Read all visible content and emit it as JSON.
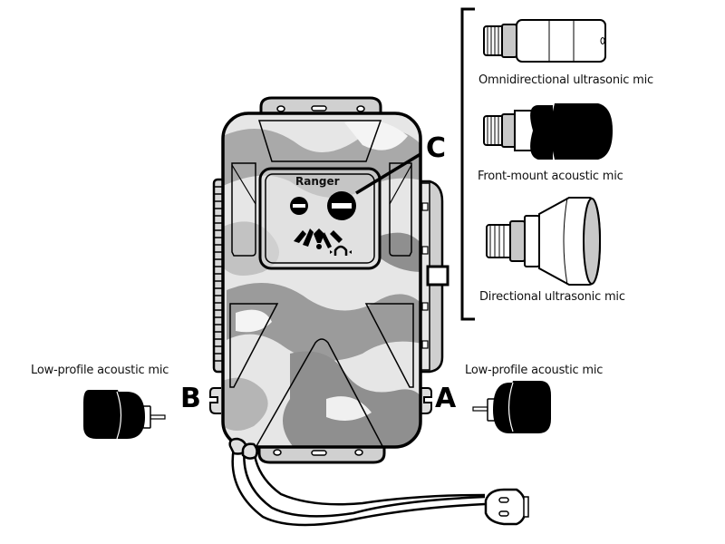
{
  "device": {
    "brand_label": "Ranger",
    "camo_colors": [
      "#e8e8e8",
      "#c4c4c4",
      "#a6a6a6",
      "#8f8f8f"
    ]
  },
  "callouts": {
    "port_a": "A",
    "port_b": "B",
    "port_c": "C"
  },
  "accessories": [
    {
      "id": "omni",
      "label": "Omnidirectional ultrasonic mic",
      "group": "port-c"
    },
    {
      "id": "front",
      "label": "Front-mount acoustic mic",
      "group": "port-c"
    },
    {
      "id": "directional",
      "label": "Directional ultrasonic mic",
      "group": "port-c"
    },
    {
      "id": "lowprofile-left",
      "label": "Low-profile acoustic mic",
      "group": "port-b"
    },
    {
      "id": "lowprofile-right",
      "label": "Low-profile acoustic mic",
      "group": "port-a"
    }
  ]
}
